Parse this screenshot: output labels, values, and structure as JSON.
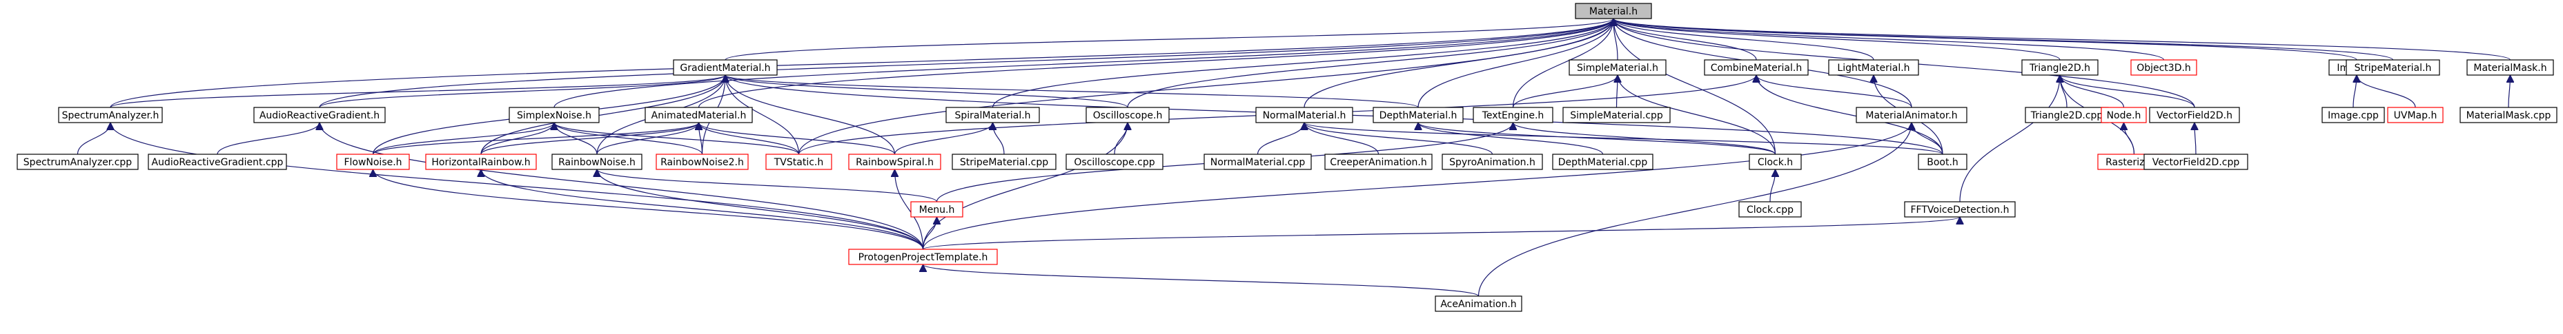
{
  "colors": {
    "edge": "#191970",
    "normal_border": "#000000",
    "missing_border": "#ff0000",
    "root_fill": "#bfbfbf"
  },
  "nodes": [
    {
      "id": "material_h",
      "label": "Material.h",
      "style": "root"
    },
    {
      "id": "spectrumanalyzer_h",
      "label": "SpectrumAnalyzer.h",
      "style": "normal"
    },
    {
      "id": "audioreactivegradient_h",
      "label": "AudioReactiveGradient.h",
      "style": "normal"
    },
    {
      "id": "gradientmaterial_h",
      "label": "GradientMaterial.h",
      "style": "normal"
    },
    {
      "id": "simplexnoise_h",
      "label": "SimplexNoise.h",
      "style": "normal"
    },
    {
      "id": "animatedmaterial_h",
      "label": "AnimatedMaterial.h",
      "style": "normal"
    },
    {
      "id": "spiralmaterial_h",
      "label": "SpiralMaterial.h",
      "style": "normal"
    },
    {
      "id": "oscilloscope_h",
      "label": "Oscilloscope.h",
      "style": "normal"
    },
    {
      "id": "normalmaterial_h",
      "label": "NormalMaterial.h",
      "style": "normal"
    },
    {
      "id": "depthmaterial_h",
      "label": "DepthMaterial.h",
      "style": "normal"
    },
    {
      "id": "simplematerial_h",
      "label": "SimpleMaterial.h",
      "style": "normal"
    },
    {
      "id": "textengine_h",
      "label": "TextEngine.h",
      "style": "normal"
    },
    {
      "id": "simplematerial_cpp",
      "label": "SimpleMaterial.cpp",
      "style": "normal"
    },
    {
      "id": "combinematerial_h",
      "label": "CombineMaterial.h",
      "style": "normal"
    },
    {
      "id": "lightmaterial_h",
      "label": "LightMaterial.h",
      "style": "normal"
    },
    {
      "id": "materialanimator_h",
      "label": "MaterialAnimator.h",
      "style": "normal"
    },
    {
      "id": "triangle2d_h",
      "label": "Triangle2D.h",
      "style": "normal"
    },
    {
      "id": "triangle2d_cpp",
      "label": "Triangle2D.cpp",
      "style": "normal"
    },
    {
      "id": "node_h",
      "label": "Node.h",
      "style": "missing"
    },
    {
      "id": "rasterizer_h",
      "label": "Rasterizer.h",
      "style": "missing"
    },
    {
      "id": "object3d_h",
      "label": "Object3D.h",
      "style": "missing"
    },
    {
      "id": "vectorfield2d_h",
      "label": "VectorField2D.h",
      "style": "normal"
    },
    {
      "id": "vectorfield2d_cpp",
      "label": "VectorField2D.cpp",
      "style": "normal"
    },
    {
      "id": "image_h",
      "label": "Image.h",
      "style": "normal"
    },
    {
      "id": "image_cpp",
      "label": "Image.cpp",
      "style": "normal"
    },
    {
      "id": "uvmap_h",
      "label": "UVMap.h",
      "style": "missing"
    },
    {
      "id": "stripematerial_h",
      "label": "StripeMaterial.h",
      "style": "normal"
    },
    {
      "id": "materialmask_h",
      "label": "MaterialMask.h",
      "style": "normal"
    },
    {
      "id": "materialmask_cpp",
      "label": "MaterialMask.cpp",
      "style": "normal"
    },
    {
      "id": "spectrumanalyzer_cpp",
      "label": "SpectrumAnalyzer.cpp",
      "style": "normal"
    },
    {
      "id": "audioreactivegradient_cpp",
      "label": "AudioReactiveGradient.cpp",
      "style": "normal"
    },
    {
      "id": "flownoise_h",
      "label": "FlowNoise.h",
      "style": "missing"
    },
    {
      "id": "horizontalrainbow_h",
      "label": "HorizontalRainbow.h",
      "style": "missing"
    },
    {
      "id": "rainbownoise_h",
      "label": "RainbowNoise.h",
      "style": "normal"
    },
    {
      "id": "rainbownoise2_h",
      "label": "RainbowNoise2.h",
      "style": "missing"
    },
    {
      "id": "tvstatic_h",
      "label": "TVStatic.h",
      "style": "missing"
    },
    {
      "id": "rainbowspiral_h",
      "label": "RainbowSpiral.h",
      "style": "missing"
    },
    {
      "id": "stripematerial_cpp",
      "label": "StripeMaterial.cpp",
      "style": "normal"
    },
    {
      "id": "oscilloscope_cpp",
      "label": "Oscilloscope.cpp",
      "style": "normal"
    },
    {
      "id": "normalmaterial_cpp",
      "label": "NormalMaterial.cpp",
      "style": "normal"
    },
    {
      "id": "creeperanimation_h",
      "label": "CreeperAnimation.h",
      "style": "normal"
    },
    {
      "id": "spyroanimation_h",
      "label": "SpyroAnimation.h",
      "style": "normal"
    },
    {
      "id": "depthmaterial_cpp",
      "label": "DepthMaterial.cpp",
      "style": "normal"
    },
    {
      "id": "clock_h",
      "label": "Clock.h",
      "style": "normal"
    },
    {
      "id": "clock_cpp",
      "label": "Clock.cpp",
      "style": "normal"
    },
    {
      "id": "boot_h",
      "label": "Boot.h",
      "style": "normal"
    },
    {
      "id": "menu_h",
      "label": "Menu.h",
      "style": "missing"
    },
    {
      "id": "fftvoicedetection_h",
      "label": "FFTVoiceDetection.h",
      "style": "normal"
    },
    {
      "id": "protogenprojecttemplate_h",
      "label": "ProtogenProjectTemplate.h",
      "style": "missing"
    },
    {
      "id": "aceanimation_h",
      "label": "AceAnimation.h",
      "style": "normal"
    }
  ],
  "edges": [
    [
      "material_h",
      "spectrumanalyzer_h"
    ],
    [
      "material_h",
      "audioreactivegradient_h"
    ],
    [
      "material_h",
      "gradientmaterial_h"
    ],
    [
      "material_h",
      "simplexnoise_h"
    ],
    [
      "material_h",
      "animatedmaterial_h"
    ],
    [
      "material_h",
      "spiralmaterial_h"
    ],
    [
      "material_h",
      "oscilloscope_h"
    ],
    [
      "material_h",
      "normalmaterial_h"
    ],
    [
      "material_h",
      "depthmaterial_h"
    ],
    [
      "material_h",
      "simplematerial_h"
    ],
    [
      "material_h",
      "textengine_h"
    ],
    [
      "material_h",
      "combinematerial_h"
    ],
    [
      "material_h",
      "lightmaterial_h"
    ],
    [
      "material_h",
      "materialanimator_h"
    ],
    [
      "material_h",
      "triangle2d_h"
    ],
    [
      "material_h",
      "object3d_h"
    ],
    [
      "material_h",
      "vectorfield2d_h"
    ],
    [
      "material_h",
      "image_h"
    ],
    [
      "material_h",
      "stripematerial_h"
    ],
    [
      "material_h",
      "materialmask_h"
    ],
    [
      "material_h",
      "clock_h"
    ],
    [
      "material_h",
      "tvstatic_h"
    ],
    [
      "spectrumanalyzer_h",
      "spectrumanalyzer_cpp"
    ],
    [
      "spectrumanalyzer_h",
      "protogenprojecttemplate_h"
    ],
    [
      "audioreactivegradient_h",
      "audioreactivegradient_cpp"
    ],
    [
      "audioreactivegradient_h",
      "protogenprojecttemplate_h"
    ],
    [
      "gradientmaterial_h",
      "spectrumanalyzer_h"
    ],
    [
      "gradientmaterial_h",
      "audioreactivegradient_h"
    ],
    [
      "gradientmaterial_h",
      "flownoise_h"
    ],
    [
      "gradientmaterial_h",
      "horizontalrainbow_h"
    ],
    [
      "gradientmaterial_h",
      "rainbownoise_h"
    ],
    [
      "gradientmaterial_h",
      "rainbownoise2_h"
    ],
    [
      "gradientmaterial_h",
      "tvstatic_h"
    ],
    [
      "gradientmaterial_h",
      "rainbowspiral_h"
    ],
    [
      "gradientmaterial_h",
      "oscilloscope_h"
    ],
    [
      "gradientmaterial_h",
      "depthmaterial_h"
    ],
    [
      "gradientmaterial_h",
      "boot_h"
    ],
    [
      "simplexnoise_h",
      "flownoise_h"
    ],
    [
      "simplexnoise_h",
      "horizontalrainbow_h"
    ],
    [
      "simplexnoise_h",
      "rainbownoise_h"
    ],
    [
      "simplexnoise_h",
      "rainbownoise2_h"
    ],
    [
      "simplexnoise_h",
      "tvstatic_h"
    ],
    [
      "animatedmaterial_h",
      "flownoise_h"
    ],
    [
      "animatedmaterial_h",
      "horizontalrainbow_h"
    ],
    [
      "animatedmaterial_h",
      "rainbownoise_h"
    ],
    [
      "animatedmaterial_h",
      "rainbownoise2_h"
    ],
    [
      "animatedmaterial_h",
      "tvstatic_h"
    ],
    [
      "animatedmaterial_h",
      "rainbowspiral_h"
    ],
    [
      "spiralmaterial_h",
      "rainbowspiral_h"
    ],
    [
      "spiralmaterial_h",
      "stripematerial_cpp"
    ],
    [
      "oscilloscope_h",
      "oscilloscope_cpp"
    ],
    [
      "oscilloscope_h",
      "protogenprojecttemplate_h"
    ],
    [
      "normalmaterial_h",
      "normalmaterial_cpp"
    ],
    [
      "normalmaterial_h",
      "creeperanimation_h"
    ],
    [
      "normalmaterial_h",
      "spyroanimation_h"
    ],
    [
      "normalmaterial_h",
      "boot_h"
    ],
    [
      "depthmaterial_h",
      "depthmaterial_cpp"
    ],
    [
      "depthmaterial_h",
      "clock_h"
    ],
    [
      "simplematerial_h",
      "textengine_h"
    ],
    [
      "simplematerial_h",
      "simplematerial_cpp"
    ],
    [
      "simplematerial_h",
      "clock_h"
    ],
    [
      "textengine_h",
      "clock_h"
    ],
    [
      "textengine_h",
      "menu_h"
    ],
    [
      "combinematerial_h",
      "boot_h"
    ],
    [
      "combinematerial_h",
      "materialanimator_h"
    ],
    [
      "combinematerial_h",
      "tvstatic_h"
    ],
    [
      "lightmaterial_h",
      "boot_h"
    ],
    [
      "materialanimator_h",
      "boot_h"
    ],
    [
      "materialanimator_h",
      "protogenprojecttemplate_h"
    ],
    [
      "materialanimator_h",
      "aceanimation_h"
    ],
    [
      "triangle2d_h",
      "triangle2d_cpp"
    ],
    [
      "triangle2d_h",
      "node_h"
    ],
    [
      "triangle2d_h",
      "rasterizer_h"
    ],
    [
      "triangle2d_h",
      "vectorfield2d_h"
    ],
    [
      "triangle2d_h",
      "fftvoicedetection_h"
    ],
    [
      "node_h",
      "rasterizer_h"
    ],
    [
      "vectorfield2d_h",
      "vectorfield2d_cpp"
    ],
    [
      "image_h",
      "image_cpp"
    ],
    [
      "image_h",
      "uvmap_h"
    ],
    [
      "materialmask_h",
      "materialmask_cpp"
    ],
    [
      "flownoise_h",
      "protogenprojecttemplate_h"
    ],
    [
      "horizontalrainbow_h",
      "protogenprojecttemplate_h"
    ],
    [
      "rainbownoise_h",
      "protogenprojecttemplate_h"
    ],
    [
      "rainbownoise_h",
      "menu_h"
    ],
    [
      "rainbowspiral_h",
      "protogenprojecttemplate_h"
    ],
    [
      "clock_h",
      "clock_cpp"
    ],
    [
      "menu_h",
      "protogenprojecttemplate_h"
    ],
    [
      "fftvoicedetection_h",
      "protogenprojecttemplate_h"
    ],
    [
      "protogenprojecttemplate_h",
      "aceanimation_h"
    ]
  ]
}
